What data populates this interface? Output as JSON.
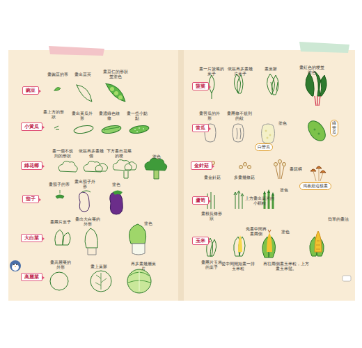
{
  "diagram": {
    "nodes": [
      {
        "text": [
          "豌豆"
        ]
      },
      {
        "text": [
          "小黃瓜"
        ]
      },
      {
        "text": [
          "綠花椰"
        ]
      },
      {
        "text": [
          "茄子"
        ]
      },
      {
        "text": [
          "大白菜"
        ]
      },
      {
        "text": [
          "高麗菜"
        ]
      },
      {
        "text": [
          "菠菜"
        ]
      },
      {
        "text": [
          "苦瓜"
        ]
      },
      {
        "text": [
          "金針菇"
        ]
      },
      {
        "text": [
          "蘆筍"
        ]
      },
      {
        "text": [
          "玉米"
        ]
      }
    ],
    "labels": [
      "畫豌豆的蒂",
      "畫出豆莢",
      "畫豆仁的形狀並塗色",
      "畫上方的形狀",
      "畫出黃瓜外形",
      "畫濃綠色線條",
      "畫一些小點點",
      "畫一個不規則的形狀",
      "依區再多畫幾個",
      "下方畫出花菜的梗",
      "塗色",
      "畫茄子的蒂",
      "畫出茄子外形",
      "塗色",
      "畫兩片葉子",
      "畫出大白菜的外形",
      "塗色",
      "畫高麗菜的外形",
      "畫上葉脈",
      "再多畫幾層葉片",
      "畫一片菠菜的葉子",
      "依區再多畫幾片葉子",
      "畫葉脈",
      "畫紅色的梗並塗色",
      "畫苦瓜的外形",
      "畫兩條不規則的紋",
      "白苦瓜",
      "塗色",
      "綠苦瓜",
      "畫金針菇",
      "多畫幾條菇",
      "畫菇柄",
      "鴻喜菇這樣畫",
      "畫根長條形狀",
      "上方畫出葉片的小顆粒",
      "塗色",
      "畫兩片玉米的葉子",
      "先畫中間再畫兩側",
      "塗色",
      "從中間開始畫一排玉米粒",
      "再往兩側畫玉米粒，上方畫玉米鬚。",
      "簡單的畫法"
    ]
  }
}
